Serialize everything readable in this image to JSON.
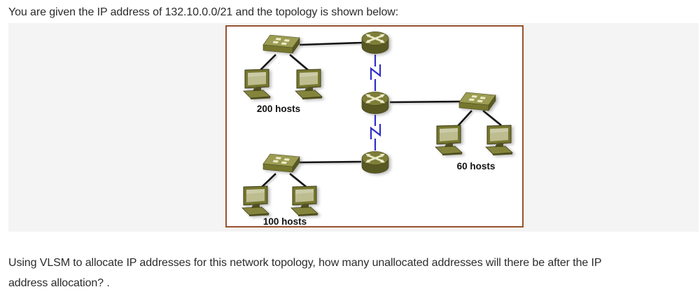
{
  "question": {
    "intro": "You are given the IP address of 132.10.0.0/21 and the topology is shown below:",
    "body_lines": [
      "Using VLSM to allocate IP addresses for this network topology, how many unallocated addresses will there be after the IP",
      "address allocation? ."
    ]
  },
  "topology": {
    "labels": {
      "lan_200": "200 hosts",
      "lan_100": "100 hosts",
      "lan_60": "60 hosts"
    },
    "devices": {
      "routers": 3,
      "switches": 3,
      "pcs": 6,
      "serial_links": 2,
      "ethernet_links": 3
    }
  },
  "colors": {
    "page_bg": "#ffffff",
    "figure_band_bg": "#f4f4f4",
    "diagram_border": "#97522e",
    "diagram_bg": "#ffffff",
    "ethernet_link": "#161616",
    "serial_link": "#2e2ecc",
    "device_olive_dark": "#585823",
    "device_olive": "#76762f",
    "device_olive_light": "#9c9c52",
    "device_screen": "#bdbd90",
    "device_glyph": "#ecebc9",
    "label_color": "#111111",
    "text_color": "#2b2b2b"
  }
}
